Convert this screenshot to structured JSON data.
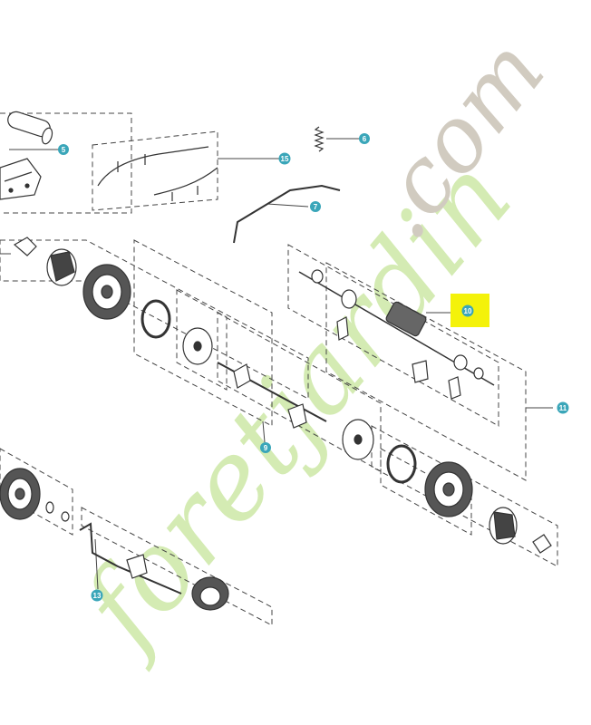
{
  "callouts": [
    {
      "id": "5",
      "label": "5"
    },
    {
      "id": "6",
      "label": "6"
    },
    {
      "id": "7",
      "label": "7"
    },
    {
      "id": "9",
      "label": "9"
    },
    {
      "id": "10",
      "label": "10",
      "highlighted": true
    },
    {
      "id": "11",
      "label": "11"
    },
    {
      "id": "13",
      "label": "13"
    },
    {
      "id": "15",
      "label": "15"
    }
  ],
  "watermark": {
    "text_main": "foretjardin",
    "text_domain": ".com"
  },
  "colors": {
    "callout_fill": "#3aa6b9",
    "highlight": "#f4f20a",
    "line": "#444444",
    "watermark_green": "#c8e6a0",
    "watermark_orange": "#f6cf9e",
    "watermark_grey": "#c9c2b6"
  }
}
